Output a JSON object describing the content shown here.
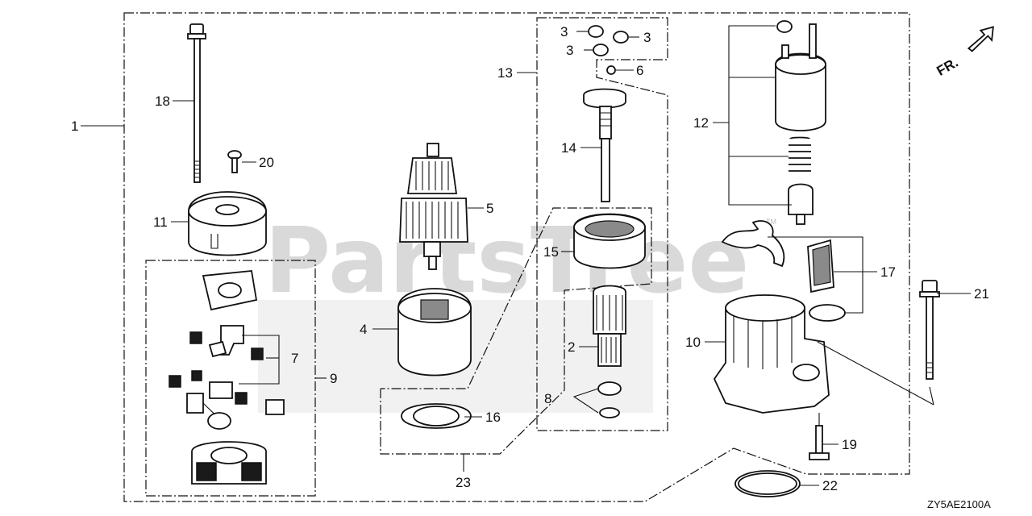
{
  "callouts": {
    "c1": "1",
    "c2": "2",
    "c3a": "3",
    "c3b": "3",
    "c3c": "3",
    "c4": "4",
    "c5": "5",
    "c6": "6",
    "c7": "7",
    "c8": "8",
    "c9": "9",
    "c10": "10",
    "c11": "11",
    "c12": "12",
    "c13": "13",
    "c14": "14",
    "c15": "15",
    "c16": "16",
    "c17": "17",
    "c18": "18",
    "c19": "19",
    "c20": "20",
    "c21": "21",
    "c22": "22",
    "c23": "23"
  },
  "direction_label": "FR.",
  "diagram_code": "ZY5AE2100A",
  "watermark_text": "PartsTree",
  "watermark_mark": "TM"
}
